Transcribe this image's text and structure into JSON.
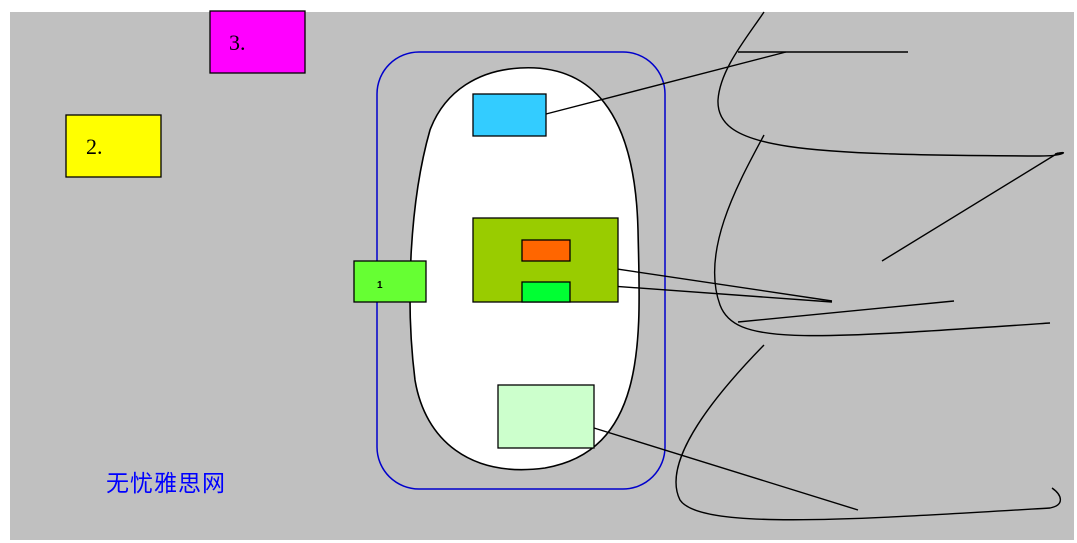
{
  "boxes": {
    "box_2": {
      "label": "2.",
      "color": "#ffff00"
    },
    "box_3": {
      "label": "3.",
      "color": "#ff00ff"
    },
    "box_1": {
      "label": "1",
      "color": "#66ff33"
    },
    "cyan_box": {
      "color": "#33ccff"
    },
    "olive_box": {
      "color": "#99cc00"
    },
    "orange_box": {
      "color": "#ff6600"
    },
    "green_box": {
      "color": "#00ff33"
    },
    "mint_box": {
      "color": "#ccffcc"
    }
  },
  "watermark": {
    "text": "无忧雅思网",
    "color": "#0000ff"
  },
  "colors": {
    "background": "#c0c0c0",
    "outline_blue": "#0000cc",
    "line": "#000000",
    "inner_shape": "#ffffff"
  }
}
